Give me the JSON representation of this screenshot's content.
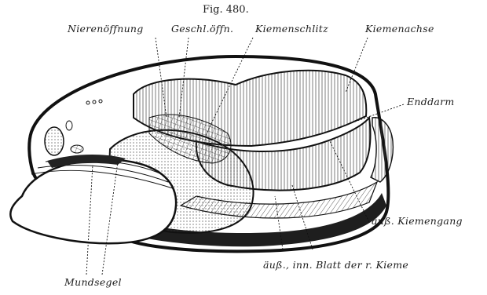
{
  "figure": {
    "number": "Fig. 480.",
    "labels": {
      "nierenoeffnung": "Nierenöffnung",
      "geschl_oeffn": "Geschl.öffn.",
      "kiemenschlitz": "Kiemenschlitz",
      "kiemenachse": "Kiemenachse",
      "enddarm": "Enddarm",
      "kiemengang": "äuß. Kiemengang",
      "blatt": "äuß., inn. Blatt der r. Kieme",
      "mundsegel": "Mundsegel"
    }
  }
}
